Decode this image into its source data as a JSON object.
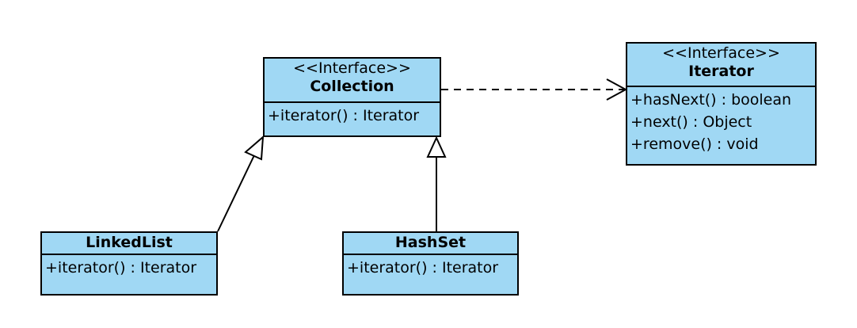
{
  "colors": {
    "fill": "#a0d8f4",
    "stroke": "#000000"
  },
  "classes": {
    "collection": {
      "stereotype": "<<Interface>>",
      "name": "Collection",
      "operations": [
        "+iterator() : Iterator"
      ]
    },
    "iterator": {
      "stereotype": "<<Interface>>",
      "name": "Iterator",
      "operations": [
        "+hasNext() : boolean",
        "+next() : Object",
        "+remove() : void"
      ]
    },
    "linkedlist": {
      "name": "LinkedList",
      "operations": [
        "+iterator() : Iterator"
      ]
    },
    "hashset": {
      "name": "HashSet",
      "operations": [
        "+iterator() : Iterator"
      ]
    }
  },
  "relations": [
    {
      "type": "dependency",
      "from": "Collection",
      "to": "Iterator"
    },
    {
      "type": "realization",
      "from": "LinkedList",
      "to": "Collection"
    },
    {
      "type": "realization",
      "from": "HashSet",
      "to": "Collection"
    }
  ]
}
